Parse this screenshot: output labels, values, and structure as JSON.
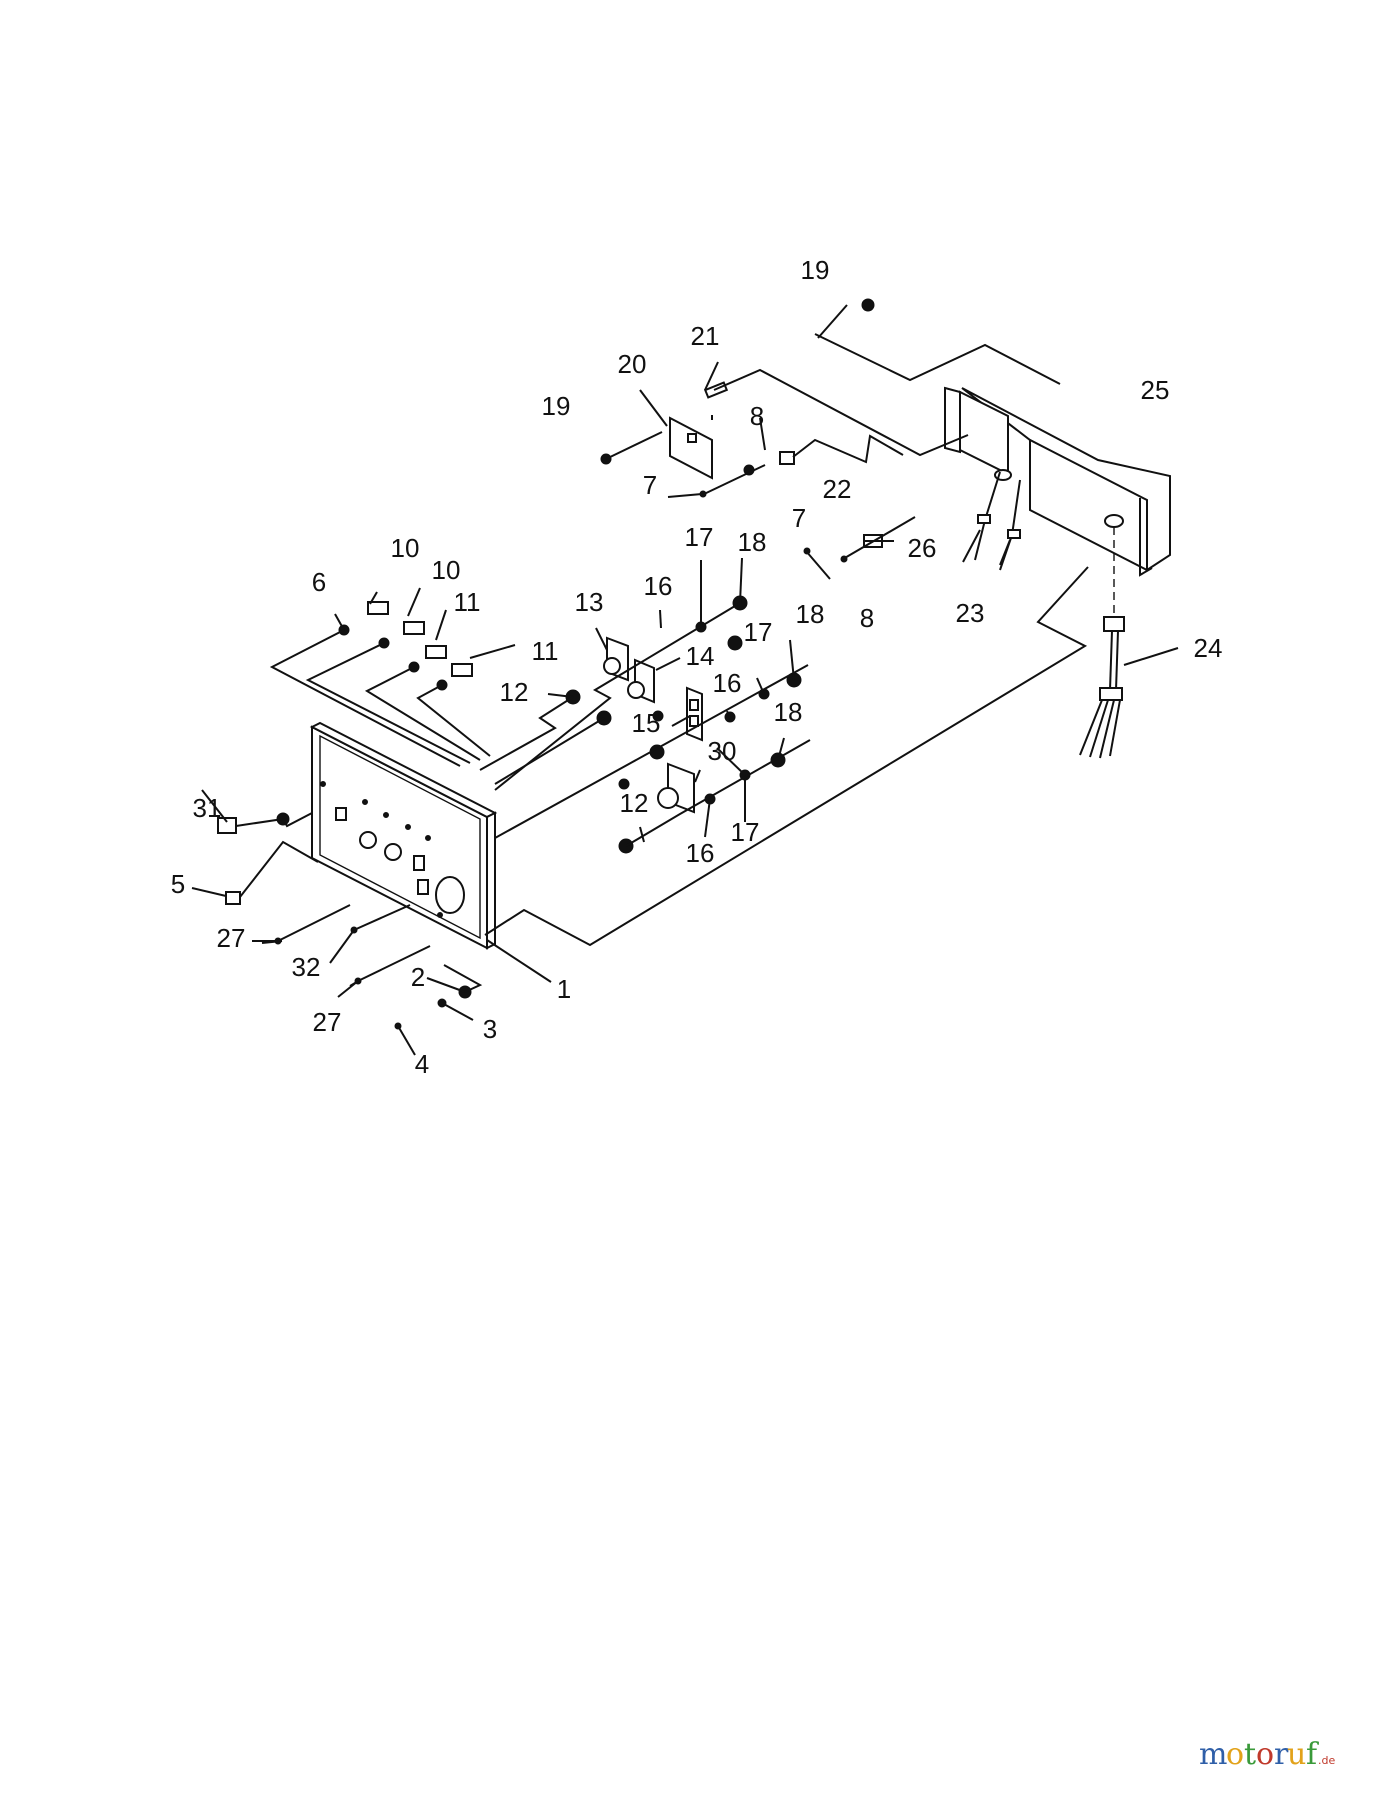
{
  "diagram": {
    "callouts": [
      {
        "id": "c19a",
        "label": "19"
      },
      {
        "id": "c21",
        "label": "21"
      },
      {
        "id": "c20",
        "label": "20"
      },
      {
        "id": "c19b",
        "label": "19"
      },
      {
        "id": "c25",
        "label": "25"
      },
      {
        "id": "c8a",
        "label": "8"
      },
      {
        "id": "c7a",
        "label": "7"
      },
      {
        "id": "c22",
        "label": "22"
      },
      {
        "id": "c7b",
        "label": "7"
      },
      {
        "id": "c26",
        "label": "26"
      },
      {
        "id": "c17a",
        "label": "17"
      },
      {
        "id": "c18a",
        "label": "18"
      },
      {
        "id": "c8b",
        "label": "8"
      },
      {
        "id": "c23",
        "label": "23"
      },
      {
        "id": "c10a",
        "label": "10"
      },
      {
        "id": "c10b",
        "label": "10"
      },
      {
        "id": "c6",
        "label": "6"
      },
      {
        "id": "c11a",
        "label": "11"
      },
      {
        "id": "c16a",
        "label": "16"
      },
      {
        "id": "c13",
        "label": "13"
      },
      {
        "id": "c24",
        "label": "24"
      },
      {
        "id": "c11b",
        "label": "11"
      },
      {
        "id": "c14",
        "label": "14"
      },
      {
        "id": "c17b",
        "label": "17"
      },
      {
        "id": "c18b",
        "label": "18"
      },
      {
        "id": "c12a",
        "label": "12"
      },
      {
        "id": "c16b",
        "label": "16"
      },
      {
        "id": "c15",
        "label": "15"
      },
      {
        "id": "c18c",
        "label": "18"
      },
      {
        "id": "c30",
        "label": "30"
      },
      {
        "id": "c31",
        "label": "31"
      },
      {
        "id": "c12b",
        "label": "12"
      },
      {
        "id": "c17c",
        "label": "17"
      },
      {
        "id": "c16c",
        "label": "16"
      },
      {
        "id": "c5",
        "label": "5"
      },
      {
        "id": "c27a",
        "label": "27"
      },
      {
        "id": "c32",
        "label": "32"
      },
      {
        "id": "c1",
        "label": "1"
      },
      {
        "id": "c2",
        "label": "2"
      },
      {
        "id": "c27b",
        "label": "27"
      },
      {
        "id": "c3",
        "label": "3"
      },
      {
        "id": "c4",
        "label": "4"
      }
    ]
  },
  "watermark": {
    "text": "motoruf",
    "suffix": ".de",
    "colors": [
      "#2f5fa8",
      "#e2a21a",
      "#3a9a3a",
      "#c0392b",
      "#2f5fa8",
      "#e2a21a",
      "#3a9a3a"
    ]
  }
}
